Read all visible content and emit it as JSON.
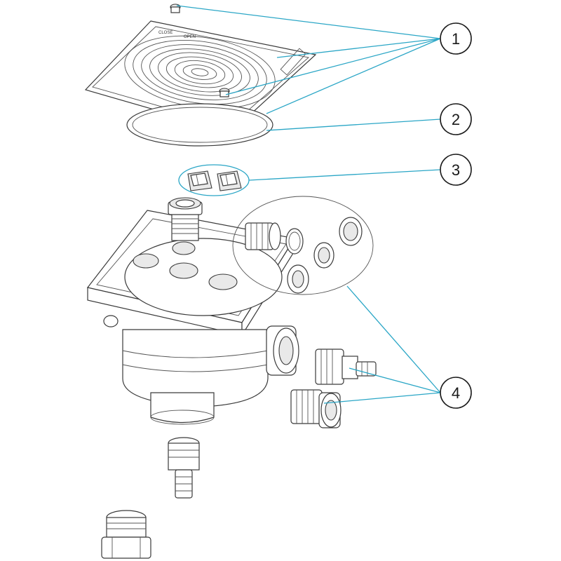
{
  "colors": {
    "leader": "#2aa6c6",
    "outline": "#3a3a3a",
    "background": "#ffffff"
  },
  "callouts": [
    {
      "label": "1"
    },
    {
      "label": "2"
    },
    {
      "label": "3"
    },
    {
      "label": "4"
    }
  ],
  "cover": {
    "engraving_close": "CLOSE",
    "engraving_open": "OPEN"
  }
}
